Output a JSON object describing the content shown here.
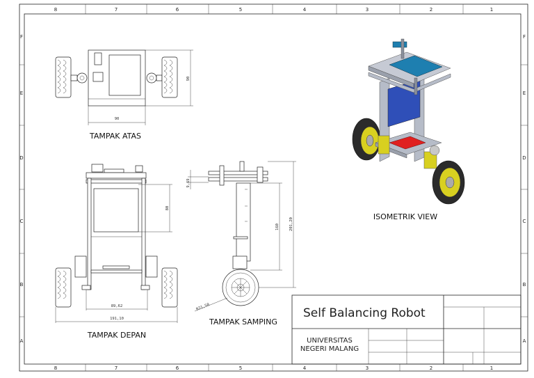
{
  "border": {
    "columns": [
      "8",
      "7",
      "6",
      "5",
      "4",
      "3",
      "2",
      "1"
    ],
    "rows": [
      "F",
      "E",
      "D",
      "C",
      "B",
      "A"
    ]
  },
  "views": {
    "top": {
      "label": "TAMPAK ATAS",
      "dims": {
        "width": "90",
        "height": "90"
      }
    },
    "front": {
      "label": "TAMPAK DEPAN",
      "dims": {
        "panel_height": "80",
        "wheel_span": "89,62",
        "overall_width": "191,10"
      }
    },
    "side": {
      "label": "TAMPAK SAMPING",
      "dims": {
        "top_offset": "9,69",
        "column_height": "160",
        "overall_height": "201,20",
        "wheel_radius": "R21,50"
      }
    },
    "iso": {
      "label": "ISOMETRIK VIEW"
    }
  },
  "title_block": {
    "title": "Self Balancing Robot",
    "org_line1": "UNIVERSITAS",
    "org_line2": "NEGERI MALANG"
  },
  "colors": {
    "line": "#222222",
    "iso_top_board": "#1e7fb0",
    "iso_mid_board": "#2f4fb8",
    "iso_bottom_board": "#e02020",
    "iso_frame": "#b6bcc8",
    "iso_motor": "#d8d020",
    "iso_tire": "#2b2b2b"
  }
}
